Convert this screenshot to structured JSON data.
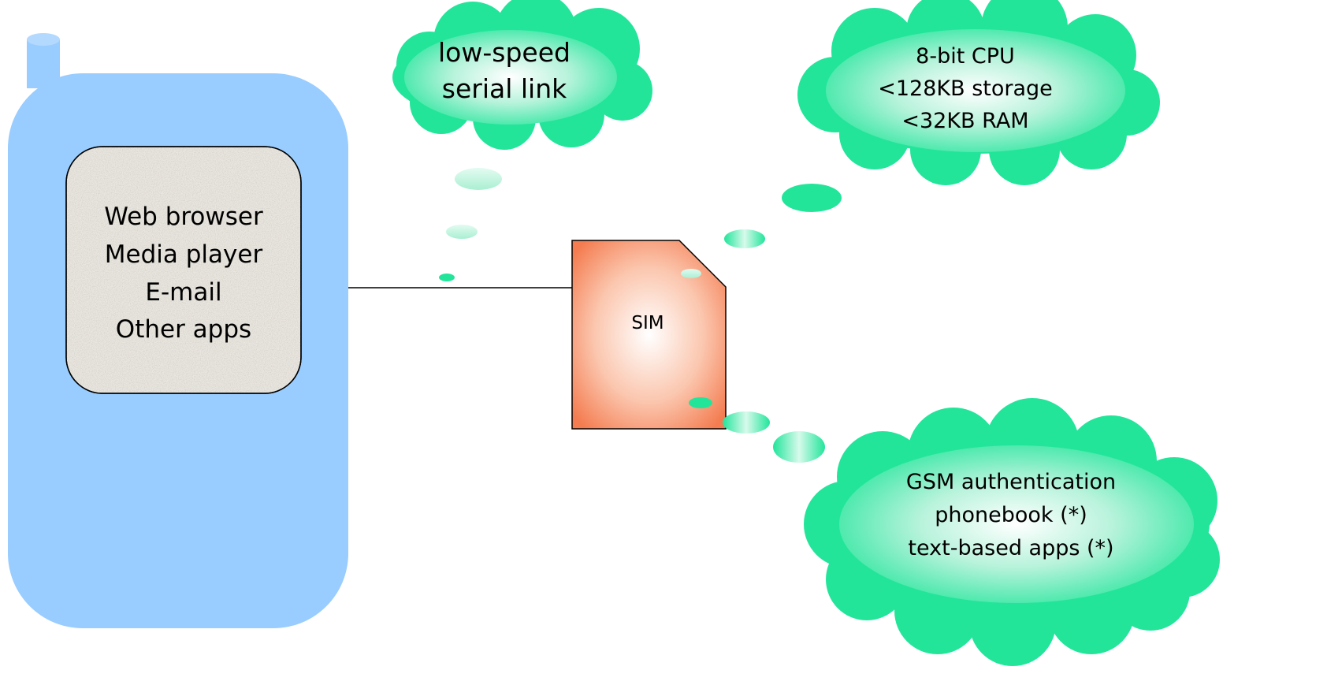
{
  "phone": {
    "apps": [
      "Web browser",
      "Media player",
      "E-mail",
      "Other apps"
    ]
  },
  "sim": {
    "label": "SIM"
  },
  "clouds": {
    "link": [
      "low-speed",
      "serial link"
    ],
    "hardware": [
      "8-bit CPU",
      "<128KB storage",
      "<32KB RAM"
    ],
    "functions": [
      "GSM authentication",
      "phonebook (*)",
      "text-based apps (*)"
    ]
  },
  "colors": {
    "phone_body": "#99ccff",
    "screen_bg": "#e9e6df",
    "sim_edge": "#f47c50",
    "cloud": "#2ee8a0",
    "cloud_light": "#c8f5e3"
  }
}
